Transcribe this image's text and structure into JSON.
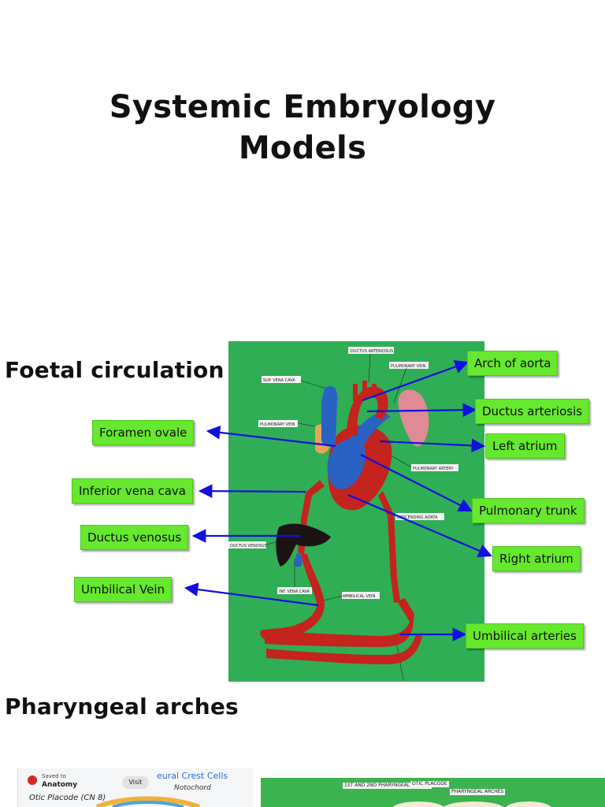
{
  "slide": {
    "title_line1": "Systemic Embryology",
    "title_line2": "Models"
  },
  "sections": {
    "foetal": "Foetal circulation",
    "pharyngeal": "Pharyngeal arches"
  },
  "foetal_model": {
    "callouts_left": [
      "Foramen ovale",
      "Inferior vena cava",
      "Ductus venosus",
      "Umbilical Vein"
    ],
    "callouts_right": [
      "Arch of aorta",
      "Ductus arteriosis",
      "Left atrium",
      "Pulmonary trunk",
      "Right atrium",
      "Umbilical arteries"
    ],
    "model_tags": [
      "DUCTUS ARTERIOSUS",
      "PULMONARY VEIN",
      "SUP. VENA CAVA",
      "PULMONARY VEIN",
      "PULMONARY ARTERY",
      "DESCENDING AORTA",
      "DUCTUS VENOSUS",
      "INF. VENA CAVA",
      "UMBILICAL VEIN"
    ],
    "colors": {
      "callout_fill": "#66e82e",
      "arrow": "#1010e0",
      "board": "#2fae55",
      "vessel_red": "#cc2a22",
      "vessel_blue": "#2a62c4"
    }
  },
  "pharyngeal_preview": {
    "saved_to": "Saved to",
    "board_name": "Anatomy",
    "visit": "Visit",
    "heading_fragment": "eural Crest Cells",
    "notochord": "Notochord",
    "otic": "Otic Placode (CN 8)",
    "right_tags": [
      "1ST AND 2ND PHARYNGEAL ARCHES",
      "OTIC PLACODE",
      "PHARYNGEAL ARCHES"
    ]
  }
}
